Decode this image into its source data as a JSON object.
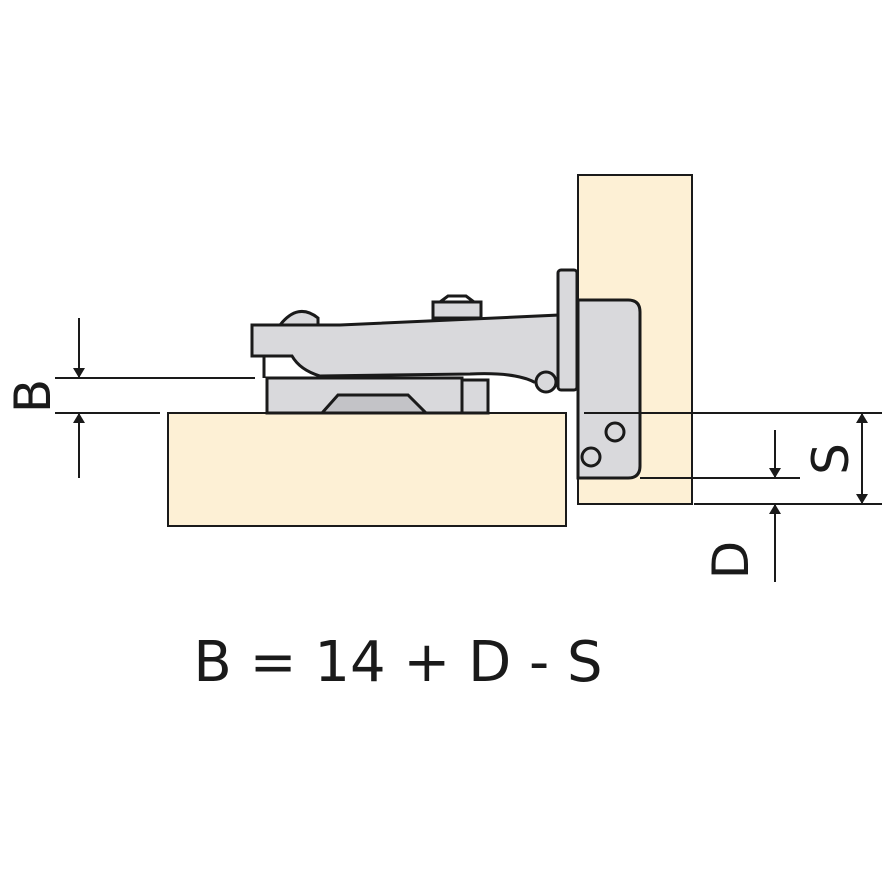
{
  "labels": {
    "b": "B",
    "d": "D",
    "s": "S"
  },
  "formula": "B = 14 + D - S",
  "colors": {
    "wood": "#fdf0d5",
    "metal": "#d9d9dc",
    "metal_dark": "#c3c3c7",
    "line": "#1a1a1a"
  }
}
